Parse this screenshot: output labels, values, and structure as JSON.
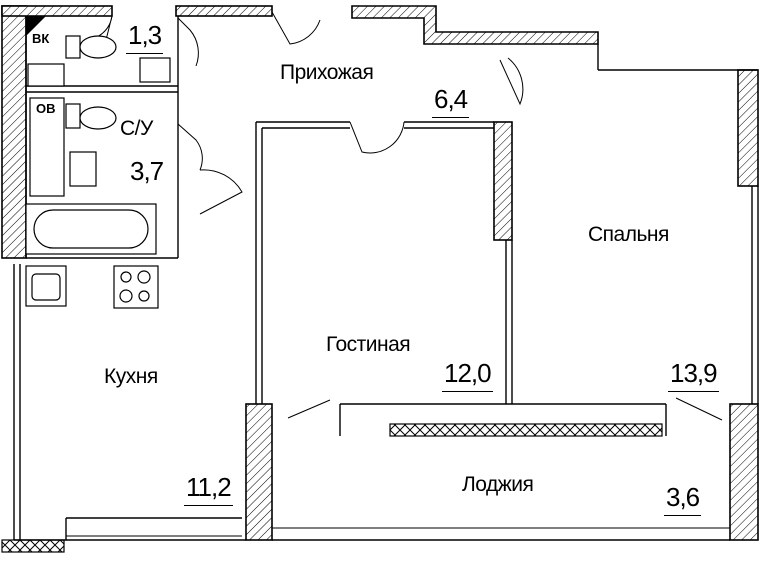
{
  "rooms": [
    {
      "id": "wc",
      "name": "",
      "area": "1,3"
    },
    {
      "id": "bathroom",
      "name": "С/У",
      "area": "3,7"
    },
    {
      "id": "hallway",
      "name": "Прихожая",
      "area": "6,4"
    },
    {
      "id": "kitchen",
      "name": "Кухня",
      "area": "11,2"
    },
    {
      "id": "living",
      "name": "Гостиная",
      "area": "12,0"
    },
    {
      "id": "bedroom",
      "name": "Спальня",
      "area": "13,9"
    },
    {
      "id": "loggia",
      "name": "Лоджия",
      "area": "3,6"
    }
  ],
  "tags": {
    "vk": "ВК",
    "ov": "ОВ"
  },
  "colors": {
    "line": "#000000",
    "background": "#ffffff"
  }
}
